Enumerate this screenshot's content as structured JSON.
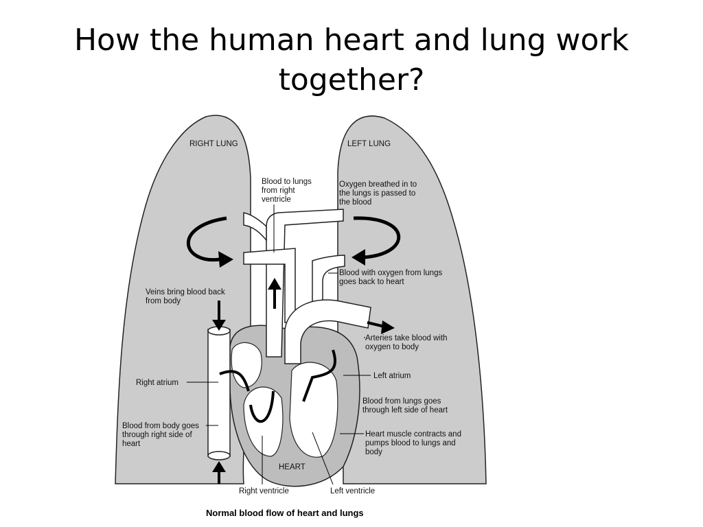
{
  "title": {
    "line1": "How the human heart and lung work",
    "line2": "together?"
  },
  "diagram": {
    "caption": "Normal blood flow of heart and lungs",
    "lung_fill": "#cccccc",
    "labels": {
      "right_lung": "RIGHT LUNG",
      "left_lung": "LEFT LUNG",
      "blood_to_lungs": [
        "Blood to lungs",
        "from right",
        "ventricle"
      ],
      "oxygen_breathed": [
        "Oxygen breathed in to",
        "the lungs is passed to",
        "the blood"
      ],
      "blood_with_oxygen": [
        "Blood with oxygen from lungs",
        "goes back to heart"
      ],
      "veins": [
        "Veins bring blood back",
        "from body"
      ],
      "arteries": [
        "Arteries take blood with",
        "oxygen to body"
      ],
      "right_atrium": "Right atrium",
      "left_atrium": "Left atrium",
      "blood_from_lungs": [
        "Blood from lungs goes",
        "through left side of heart"
      ],
      "blood_from_body": [
        "Blood from body goes",
        "through right side of",
        "heart"
      ],
      "heart_muscle": [
        "Heart muscle contracts and",
        "pumps blood to lungs and",
        "body"
      ],
      "heart": "HEART",
      "right_ventricle": "Right ventricle",
      "left_ventricle": "Left ventricle"
    }
  }
}
